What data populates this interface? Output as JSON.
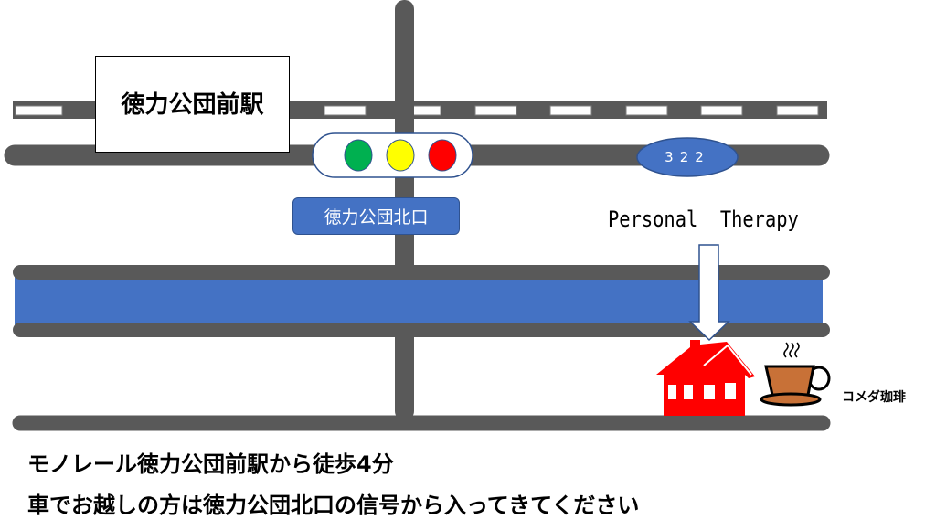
{
  "station": {
    "label": "徳力公団前駅"
  },
  "intersection_sign": {
    "label": "徳力公団北口"
  },
  "route_badge": {
    "label": "322"
  },
  "destination": {
    "label": "Personal  Therapy"
  },
  "landmark": {
    "label": "コメダ珈琲"
  },
  "notes": [
    "モノレール徳力公団前駅から徒歩4分",
    "車でお越しの方は徳力公団北口の信号から入ってきてください"
  ],
  "colors": {
    "road": "#595959",
    "river": "#4472c4",
    "signal_green": "#00b050",
    "signal_yellow": "#ffff00",
    "signal_red": "#ff0000",
    "house": "#ff0000",
    "coffee": "#c87137"
  }
}
